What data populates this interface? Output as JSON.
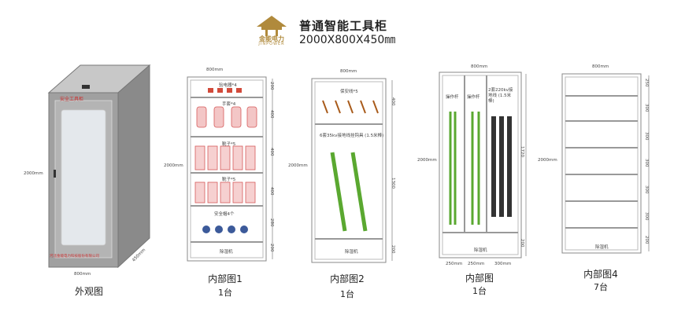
{
  "header": {
    "title": "普通智能工具柜",
    "subtitle": "2000X800X450㎜",
    "logo_cn": "金能电力",
    "logo_en": "JINPOWER"
  },
  "exterior": {
    "label": "外观图",
    "height_label": "2000mm",
    "width_label": "800mm",
    "depth_label": "450mm",
    "top_sign": "安全工具柜",
    "bottom_sign": "河北金能电力科技股份有限公司"
  },
  "panel1": {
    "label": "内部图1",
    "qty": "1台",
    "width_label": "800mm",
    "height_label": "2000mm",
    "items": [
      "验电器*4",
      "手套*4",
      "靴子*5",
      "靴子*5",
      "安全帽4个"
    ],
    "dehumidifier": "除湿机",
    "right_dims": [
      "200",
      "400",
      "400",
      "400",
      "280",
      "200"
    ]
  },
  "panel2": {
    "label": "内部图2",
    "qty": "1台",
    "width_label": "800mm",
    "height_label": "2000mm",
    "items": [
      "保安线*5",
      "6套35kv接地线挂钩具 (1.5米棒)"
    ],
    "dehumidifier": "除湿机",
    "right_dims": [
      "400",
      "1300",
      "200"
    ]
  },
  "panel3": {
    "label": "内部图",
    "qty": "1台",
    "width_label": "800mm",
    "height_label": "2000mm",
    "items": [
      "操作杆",
      "操作杆",
      "2套220kv接地线 (1.5米棒)"
    ],
    "dehumidifier": "除湿机",
    "right_dims": [
      "1720",
      "200"
    ],
    "bottom_dims": [
      "250mm",
      "250mm",
      "300mm"
    ]
  },
  "panel4": {
    "label": "内部图4",
    "qty": "7台",
    "width_label": "800mm",
    "height_label": "2000mm",
    "dehumidifier": "除湿机",
    "right_dims": [
      "250",
      "300",
      "300",
      "300",
      "300",
      "300",
      "200"
    ]
  },
  "colors": {
    "cabinet_gray": "#9a9a9a",
    "outline": "#888888",
    "glove_red": "#e05a5a",
    "rod_green": "#5aa830",
    "accent_gold": "#b08a3c"
  }
}
